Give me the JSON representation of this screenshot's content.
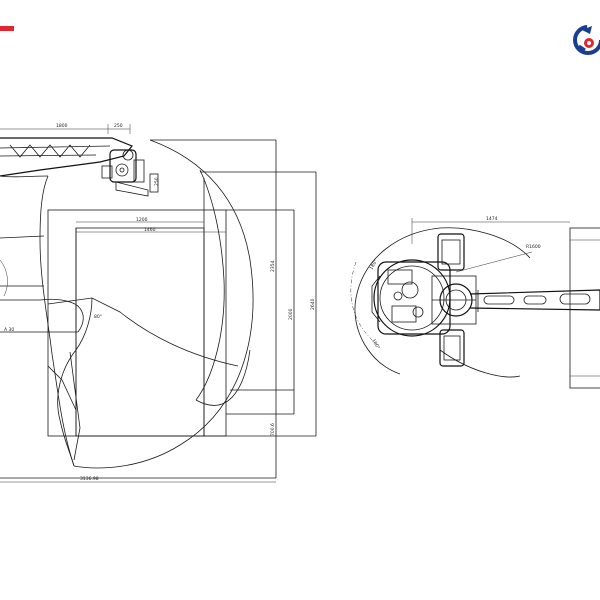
{
  "brand": {
    "accent_color": "#e0262e",
    "logo_primary": "#1b3f8f",
    "logo_secondary": "#e0262e",
    "logo_icon": "gear-arrow-logo-icon"
  },
  "side_view": {
    "dims": {
      "arm_1": "1800",
      "arm_2": "250",
      "side_small": "250",
      "w_1200": "1200",
      "w_1460": "1460",
      "h_2354": "2354",
      "h_2000": "2000",
      "h_2640": "2640",
      "h_700": "700.6",
      "base_total": "3136.98",
      "angle_a": "80°",
      "angle_b": "A 30"
    }
  },
  "top_view": {
    "dims": {
      "reach_1474": "1474",
      "radius_r": "R1600",
      "angle_top": "180°",
      "angle_bottom": "180°"
    }
  }
}
